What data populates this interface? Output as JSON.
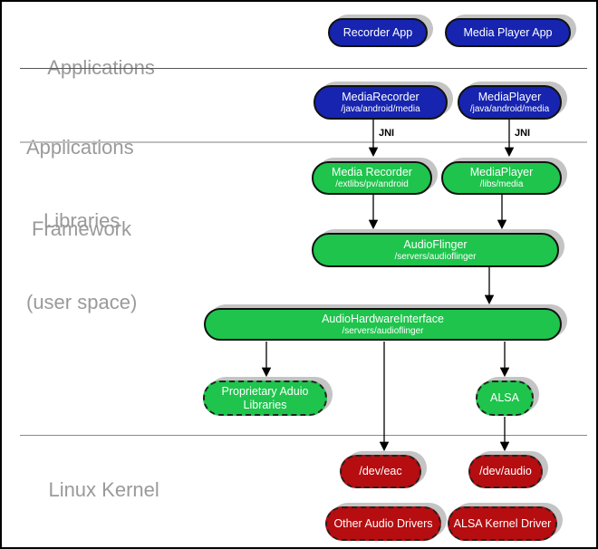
{
  "layers": {
    "applications": {
      "label": "Applications"
    },
    "applications_framework": {
      "line1": "Applications",
      "line2": "Framework"
    },
    "libraries": {
      "line1": "Libraries",
      "line2": "(user space)"
    },
    "linux_kernel": {
      "label": "Linux Kernel"
    }
  },
  "nodes": {
    "recorder_app": {
      "title": "Recorder App"
    },
    "media_player_app": {
      "title": "Media Player App"
    },
    "media_recorder_fw": {
      "title": "MediaRecorder",
      "subtitle": "/java/android/media"
    },
    "media_player_fw": {
      "title": "MediaPlayer",
      "subtitle": "/java/android/media"
    },
    "media_recorder_lib": {
      "title": "Media Recorder",
      "subtitle": "/extlibs/pv/android"
    },
    "media_player_lib": {
      "title": "MediaPlayer",
      "subtitle": "/libs/media"
    },
    "audioflinger": {
      "title": "AudioFlinger",
      "subtitle": "/servers/audioflinger"
    },
    "audio_hardware_interface": {
      "title": "AudioHardwareInterface",
      "subtitle": "/servers/audioflinger"
    },
    "proprietary_audio_libraries": {
      "title": "Proprietary Aduio Libraries"
    },
    "alsa": {
      "title": "ALSA"
    },
    "dev_eac": {
      "title": "/dev/eac"
    },
    "dev_audio": {
      "title": "/dev/audio"
    },
    "other_audio_drivers": {
      "title": "Other Audio Drivers"
    },
    "alsa_kernel_driver": {
      "title": "ALSA Kernel Driver"
    }
  },
  "labels": {
    "jni": "JNI"
  },
  "colors": {
    "app_blue": "#1624AF",
    "lib_green": "#1EC44C",
    "kernel_red": "#B50D10",
    "box_text": "#FFFFFF",
    "layer_label_gray": "#9A9A9A",
    "shadow_gray": "#C4C4C4"
  }
}
